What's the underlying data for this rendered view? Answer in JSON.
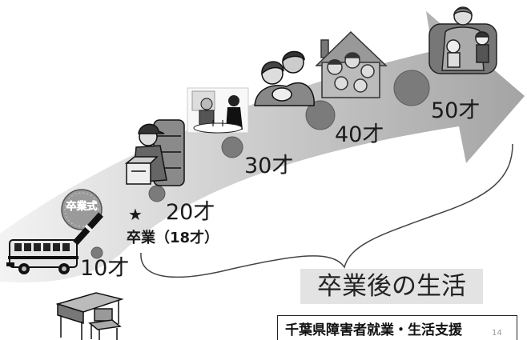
{
  "slide": {
    "age_labels": [
      "10才",
      "20才",
      "30才",
      "40才",
      "50才"
    ],
    "graduation_marker": {
      "star": "★",
      "label": "卒業（18才）"
    },
    "graduation_badge_text": "卒業式",
    "after_graduation_label": "卒業後の生活",
    "footer": {
      "organization": "千葉県障害者就業・生活支援",
      "page_number": "14"
    }
  },
  "illustrations": [
    "school-bus",
    "desk-and-chair",
    "graduation-badge",
    "worker-with-box",
    "couple-dining",
    "couple-with-baby",
    "family-in-house",
    "grandparent-family"
  ],
  "colors": {
    "arrow_light": "#f3f3f3",
    "arrow_dark": "#a4a4a4",
    "age_marker": "#7b7b7b",
    "label_box": "#e3e3e3"
  }
}
